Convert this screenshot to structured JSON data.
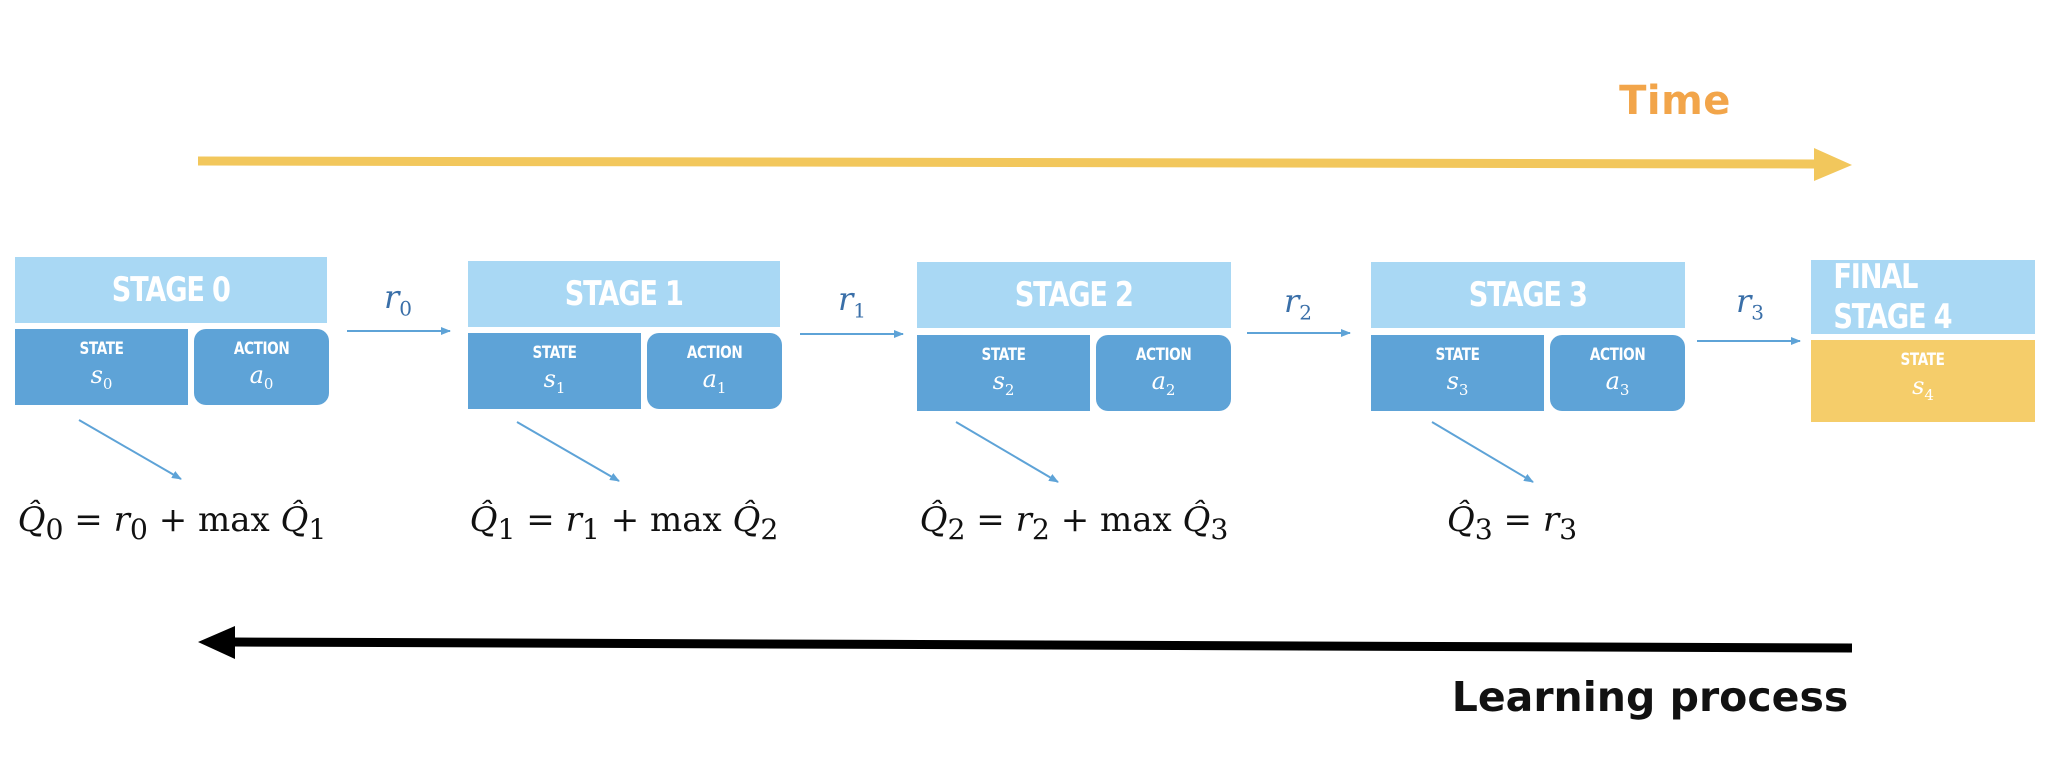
{
  "time_label": "Time",
  "learning_label": "Learning process",
  "colors": {
    "time_arrow": "#f2c75c",
    "learning_arrow": "#000000",
    "stage_header": "#a9d8f4",
    "cell_blue": "#5ea3d7",
    "final_state": "#f5cd6a",
    "connector": "#5ea3d7"
  },
  "stages": [
    {
      "title": "STAGE 0",
      "state_label": "STATE",
      "state_var": "s",
      "state_sub": "0",
      "action_label": "ACTION",
      "action_var": "a",
      "action_sub": "0"
    },
    {
      "title": "STAGE 1",
      "state_label": "STATE",
      "state_var": "s",
      "state_sub": "1",
      "action_label": "ACTION",
      "action_var": "a",
      "action_sub": "1"
    },
    {
      "title": "STAGE 2",
      "state_label": "STATE",
      "state_var": "s",
      "state_sub": "2",
      "action_label": "ACTION",
      "action_var": "a",
      "action_sub": "2"
    },
    {
      "title": "STAGE 3",
      "state_label": "STATE",
      "state_var": "s",
      "state_sub": "3",
      "action_label": "ACTION",
      "action_var": "a",
      "action_sub": "3"
    },
    {
      "title": "FINAL STAGE 4",
      "state_label": "STATE",
      "state_var": "s",
      "state_sub": "4"
    }
  ],
  "rewards": [
    {
      "var": "r",
      "sub": "0"
    },
    {
      "var": "r",
      "sub": "1"
    },
    {
      "var": "r",
      "sub": "2"
    },
    {
      "var": "r",
      "sub": "3"
    }
  ],
  "equations": [
    {
      "lhs": "Q̂",
      "lhs_sub": "0",
      "eq": " = ",
      "r": "r",
      "r_sub": "0",
      "op": " + max ",
      "rhs": "Q̂",
      "rhs_sub": "1"
    },
    {
      "lhs": "Q̂",
      "lhs_sub": "1",
      "eq": " = ",
      "r": "r",
      "r_sub": "1",
      "op": " + max ",
      "rhs": "Q̂",
      "rhs_sub": "2"
    },
    {
      "lhs": "Q̂",
      "lhs_sub": "2",
      "eq": " = ",
      "r": "r",
      "r_sub": "2",
      "op": " + max ",
      "rhs": "Q̂",
      "rhs_sub": "3"
    },
    {
      "lhs": "Q̂",
      "lhs_sub": "3",
      "eq": " = ",
      "r": "r",
      "r_sub": "3"
    }
  ]
}
